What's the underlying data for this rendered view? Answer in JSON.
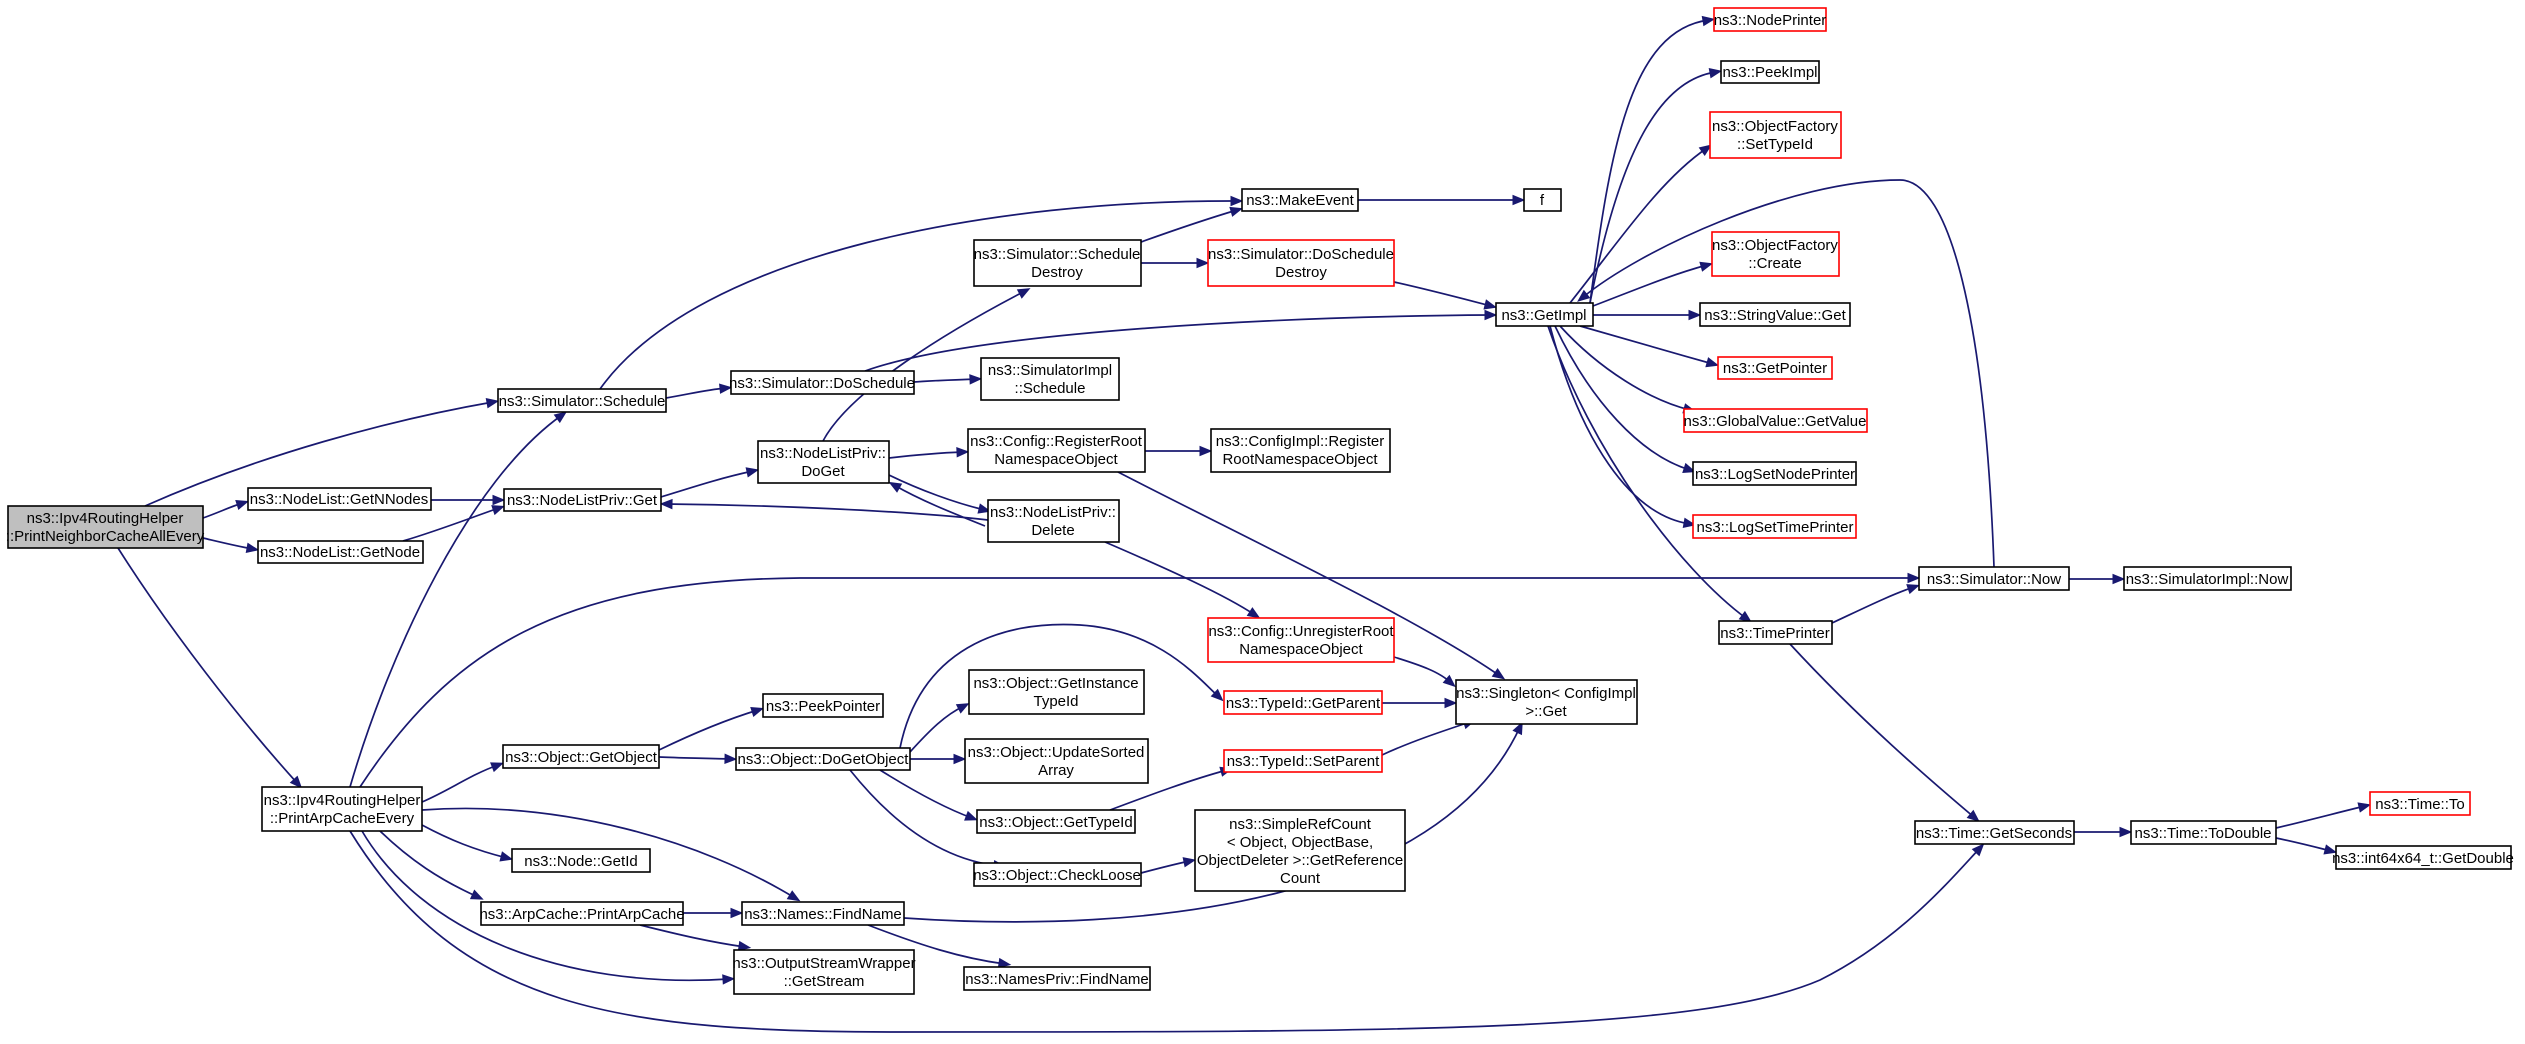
{
  "nodes": {
    "n_root": {
      "lines": [
        "ns3::Ipv4RoutingHelper",
        "::PrintNeighborCacheAllEvery"
      ]
    },
    "n_sched": {
      "lines": [
        "ns3::Simulator::Schedule"
      ]
    },
    "n_getnn": {
      "lines": [
        "ns3::NodeList::GetNNodes"
      ]
    },
    "n_getnode": {
      "lines": [
        "ns3::NodeList::GetNode"
      ]
    },
    "n_nlget": {
      "lines": [
        "ns3::NodeListPriv::Get"
      ]
    },
    "n_doget": {
      "lines": [
        "ns3::NodeListPriv::",
        "DoGet"
      ]
    },
    "n_delete": {
      "lines": [
        "ns3::NodeListPriv::",
        "Delete"
      ]
    },
    "n_doschedule": {
      "lines": [
        "ns3::Simulator::DoSchedule"
      ]
    },
    "n_schedestroy": {
      "lines": [
        "ns3::Simulator::Schedule",
        "Destroy"
      ]
    },
    "n_doschedestroy": {
      "lines": [
        "ns3::Simulator::DoSchedule",
        "Destroy"
      ]
    },
    "n_makeevent": {
      "lines": [
        "ns3::MakeEvent"
      ]
    },
    "n_f": {
      "lines": [
        "f"
      ]
    },
    "n_simimplsched": {
      "lines": [
        "ns3::SimulatorImpl",
        "::Schedule"
      ]
    },
    "n_regroot": {
      "lines": [
        "ns3::Config::RegisterRoot",
        "NamespaceObject"
      ]
    },
    "n_cfgimplreg": {
      "lines": [
        "ns3::ConfigImpl::Register",
        "RootNamespaceObject"
      ]
    },
    "n_getimpl": {
      "lines": [
        "ns3::GetImpl"
      ]
    },
    "n_nodeprinter": {
      "lines": [
        "ns3::NodePrinter"
      ]
    },
    "n_peekimpl": {
      "lines": [
        "ns3::PeekImpl"
      ]
    },
    "n_ofsettype": {
      "lines": [
        "ns3::ObjectFactory",
        "::SetTypeId"
      ]
    },
    "n_ofcreate": {
      "lines": [
        "ns3::ObjectFactory",
        "::Create"
      ]
    },
    "n_strget": {
      "lines": [
        "ns3::StringValue::Get"
      ]
    },
    "n_getptr": {
      "lines": [
        "ns3::GetPointer"
      ]
    },
    "n_gvget": {
      "lines": [
        "ns3::GlobalValue::GetValue"
      ]
    },
    "n_lognode": {
      "lines": [
        "ns3::LogSetNodePrinter"
      ]
    },
    "n_logtime": {
      "lines": [
        "ns3::LogSetTimePrinter"
      ]
    },
    "n_timeprinter": {
      "lines": [
        "ns3::TimePrinter"
      ]
    },
    "n_simnow": {
      "lines": [
        "ns3::Simulator::Now"
      ]
    },
    "n_simimplnow": {
      "lines": [
        "ns3::SimulatorImpl::Now"
      ]
    },
    "n_unreg": {
      "lines": [
        "ns3::Config::UnregisterRoot",
        "NamespaceObject"
      ]
    },
    "n_singleton": {
      "lines": [
        "ns3::Singleton< ConfigImpl",
        " >::Get"
      ]
    },
    "n_getparent": {
      "lines": [
        "ns3::TypeId::GetParent"
      ]
    },
    "n_setparent": {
      "lines": [
        "ns3::TypeId::SetParent"
      ]
    },
    "n_printarpevery": {
      "lines": [
        "ns3::Ipv4RoutingHelper",
        "::PrintArpCacheEvery"
      ]
    },
    "n_getobject": {
      "lines": [
        "ns3::Object::GetObject"
      ]
    },
    "n_peekptr": {
      "lines": [
        "ns3::PeekPointer"
      ]
    },
    "n_dogetobject": {
      "lines": [
        "ns3::Object::DoGetObject"
      ]
    },
    "n_getinst": {
      "lines": [
        "ns3::Object::GetInstance",
        "TypeId"
      ]
    },
    "n_updsorted": {
      "lines": [
        "ns3::Object::UpdateSorted",
        "Array"
      ]
    },
    "n_gettypeid": {
      "lines": [
        "ns3::Object::GetTypeId"
      ]
    },
    "n_checkloose": {
      "lines": [
        "ns3::Object::CheckLoose"
      ]
    },
    "n_simplerc": {
      "lines": [
        "ns3::SimpleRefCount",
        "< Object, ObjectBase,",
        " ObjectDeleter >::GetReference",
        "Count"
      ]
    },
    "n_nodegetid": {
      "lines": [
        "ns3::Node::GetId"
      ]
    },
    "n_printarp": {
      "lines": [
        "ns3::ArpCache::PrintArpCache"
      ]
    },
    "n_findname": {
      "lines": [
        "ns3::Names::FindName"
      ]
    },
    "n_osw": {
      "lines": [
        "ns3::OutputStreamWrapper",
        "::GetStream"
      ]
    },
    "n_npfind": {
      "lines": [
        "ns3::NamesPriv::FindName"
      ]
    },
    "n_getsec": {
      "lines": [
        "ns3::Time::GetSeconds"
      ]
    },
    "n_todouble": {
      "lines": [
        "ns3::Time::ToDouble"
      ]
    },
    "n_timeto": {
      "lines": [
        "ns3::Time::To"
      ]
    },
    "n_i64": {
      "lines": [
        "ns3::int64x64_t::GetDouble"
      ]
    }
  }
}
